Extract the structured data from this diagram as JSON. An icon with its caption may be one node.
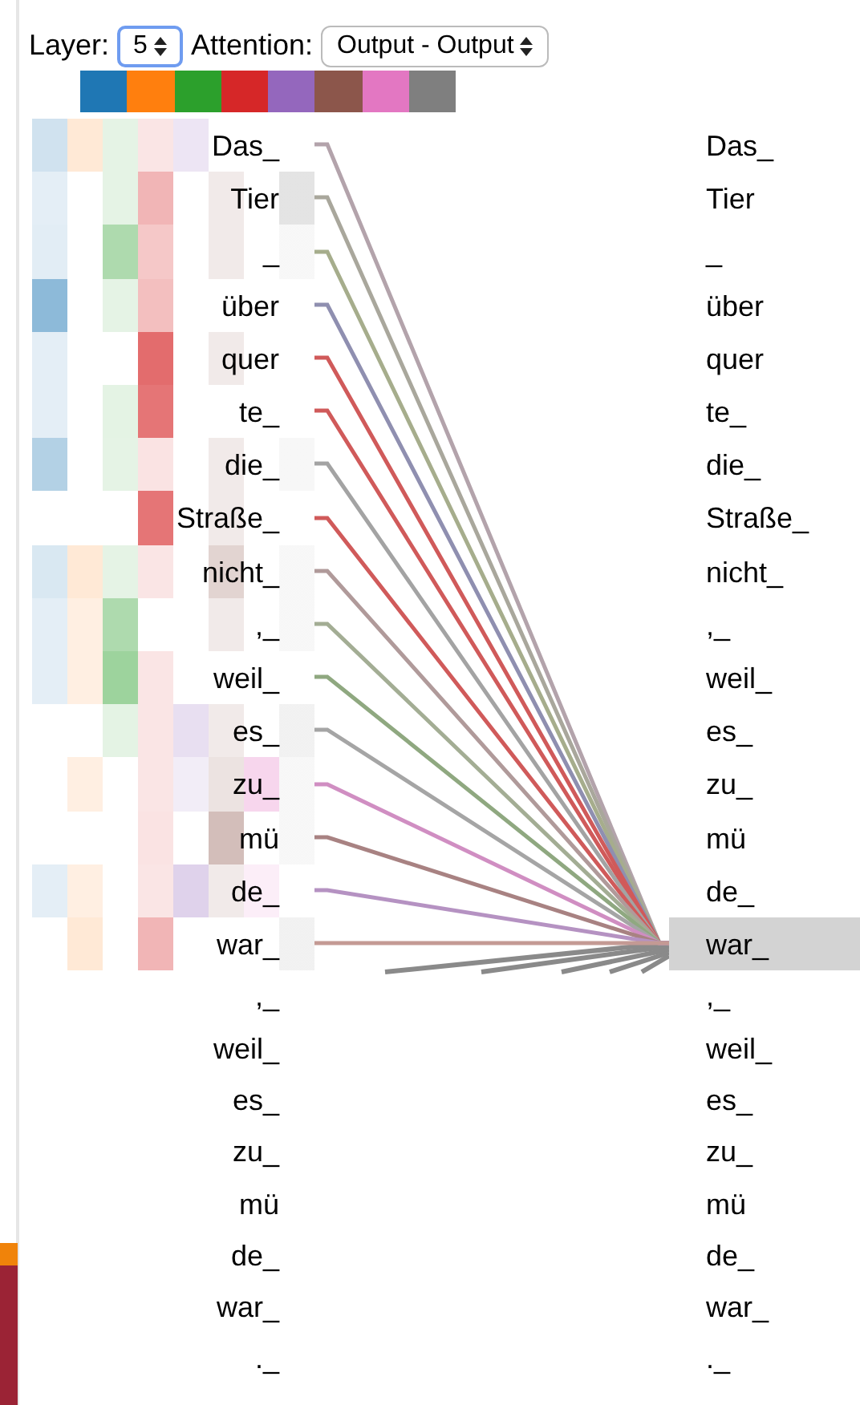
{
  "diagram": {
    "nodes": [
      {
        "text": [
          "Das_"
        ]
      },
      {
        "text": [
          "Tier"
        ]
      },
      {
        "text": [
          "_"
        ]
      },
      {
        "text": [
          "über"
        ]
      },
      {
        "text": [
          "quer"
        ]
      },
      {
        "text": [
          "te_"
        ]
      },
      {
        "text": [
          "die_"
        ]
      },
      {
        "text": [
          "Straße_"
        ]
      },
      {
        "text": [
          "nicht_"
        ]
      },
      {
        "text": [
          ",_"
        ]
      },
      {
        "text": [
          "weil_"
        ]
      },
      {
        "text": [
          "es_"
        ]
      },
      {
        "text": [
          "zu_"
        ]
      },
      {
        "text": [
          "mü"
        ]
      },
      {
        "text": [
          "de_"
        ]
      },
      {
        "text": [
          "war_"
        ]
      },
      {
        "text": [
          ",_"
        ]
      },
      {
        "text": [
          "weil_"
        ]
      },
      {
        "text": [
          "es_"
        ]
      },
      {
        "text": [
          "zu_"
        ]
      },
      {
        "text": [
          "mü"
        ]
      },
      {
        "text": [
          "de_"
        ]
      },
      {
        "text": [
          "war_"
        ]
      },
      {
        "text": [
          "._"
        ]
      },
      {
        "text": [
          "Das_"
        ]
      },
      {
        "text": [
          "Tier"
        ]
      },
      {
        "text": [
          "_"
        ]
      },
      {
        "text": [
          "über"
        ]
      },
      {
        "text": [
          "quer"
        ]
      },
      {
        "text": [
          "te_"
        ]
      },
      {
        "text": [
          "die_"
        ]
      },
      {
        "text": [
          "Straße_"
        ]
      },
      {
        "text": [
          "nicht_"
        ]
      },
      {
        "text": [
          ",_"
        ]
      },
      {
        "text": [
          "weil_"
        ]
      },
      {
        "text": [
          "es_"
        ]
      },
      {
        "text": [
          "zu_"
        ]
      },
      {
        "text": [
          "mü"
        ]
      },
      {
        "text": [
          "de_"
        ]
      },
      {
        "text": [
          "war_"
        ]
      },
      {
        "text": [
          ",_"
        ]
      },
      {
        "text": [
          "weil_"
        ]
      },
      {
        "text": [
          "es_"
        ]
      },
      {
        "text": [
          "zu_"
        ]
      },
      {
        "text": [
          "mü"
        ]
      },
      {
        "text": [
          "de_"
        ]
      },
      {
        "text": [
          "war_"
        ]
      },
      {
        "text": [
          "._"
        ]
      }
    ],
    "edges": [
      {
        "from": 0,
        "to": 39,
        "arrow": "none",
        "color": "#b3a3ab"
      },
      {
        "from": 1,
        "to": 39,
        "arrow": "none",
        "color": "#a9a79c"
      },
      {
        "from": 2,
        "to": 39,
        "arrow": "none",
        "color": "#a6ad8c"
      },
      {
        "from": 3,
        "to": 39,
        "arrow": "none",
        "color": "#8f8fb0"
      },
      {
        "from": 4,
        "to": 39,
        "arrow": "none",
        "color": "#d05a5a"
      },
      {
        "from": 5,
        "to": 39,
        "arrow": "none",
        "color": "#d05a5a"
      },
      {
        "from": 6,
        "to": 39,
        "arrow": "none",
        "color": "#a3a3a3"
      },
      {
        "from": 7,
        "to": 39,
        "arrow": "none",
        "color": "#d05a5a"
      },
      {
        "from": 8,
        "to": 39,
        "arrow": "none",
        "color": "#b09a9a"
      },
      {
        "from": 9,
        "to": 39,
        "arrow": "none",
        "color": "#a3ad94"
      },
      {
        "from": 10,
        "to": 39,
        "arrow": "none",
        "color": "#8fa880"
      },
      {
        "from": 11,
        "to": 39,
        "arrow": "none",
        "color": "#a5a5a5"
      },
      {
        "from": 12,
        "to": 39,
        "arrow": "none",
        "color": "#d08ec2"
      },
      {
        "from": 13,
        "to": 39,
        "arrow": "none",
        "color": "#a88282"
      },
      {
        "from": 14,
        "to": 39,
        "arrow": "none",
        "color": "#b592c2"
      },
      {
        "from": 15,
        "to": 39,
        "arrow": "none",
        "color": "#c49a94"
      }
    ],
    "labels": [
      "Layer:",
      "5",
      "Attention:",
      "Output - Output"
    ]
  }
}
